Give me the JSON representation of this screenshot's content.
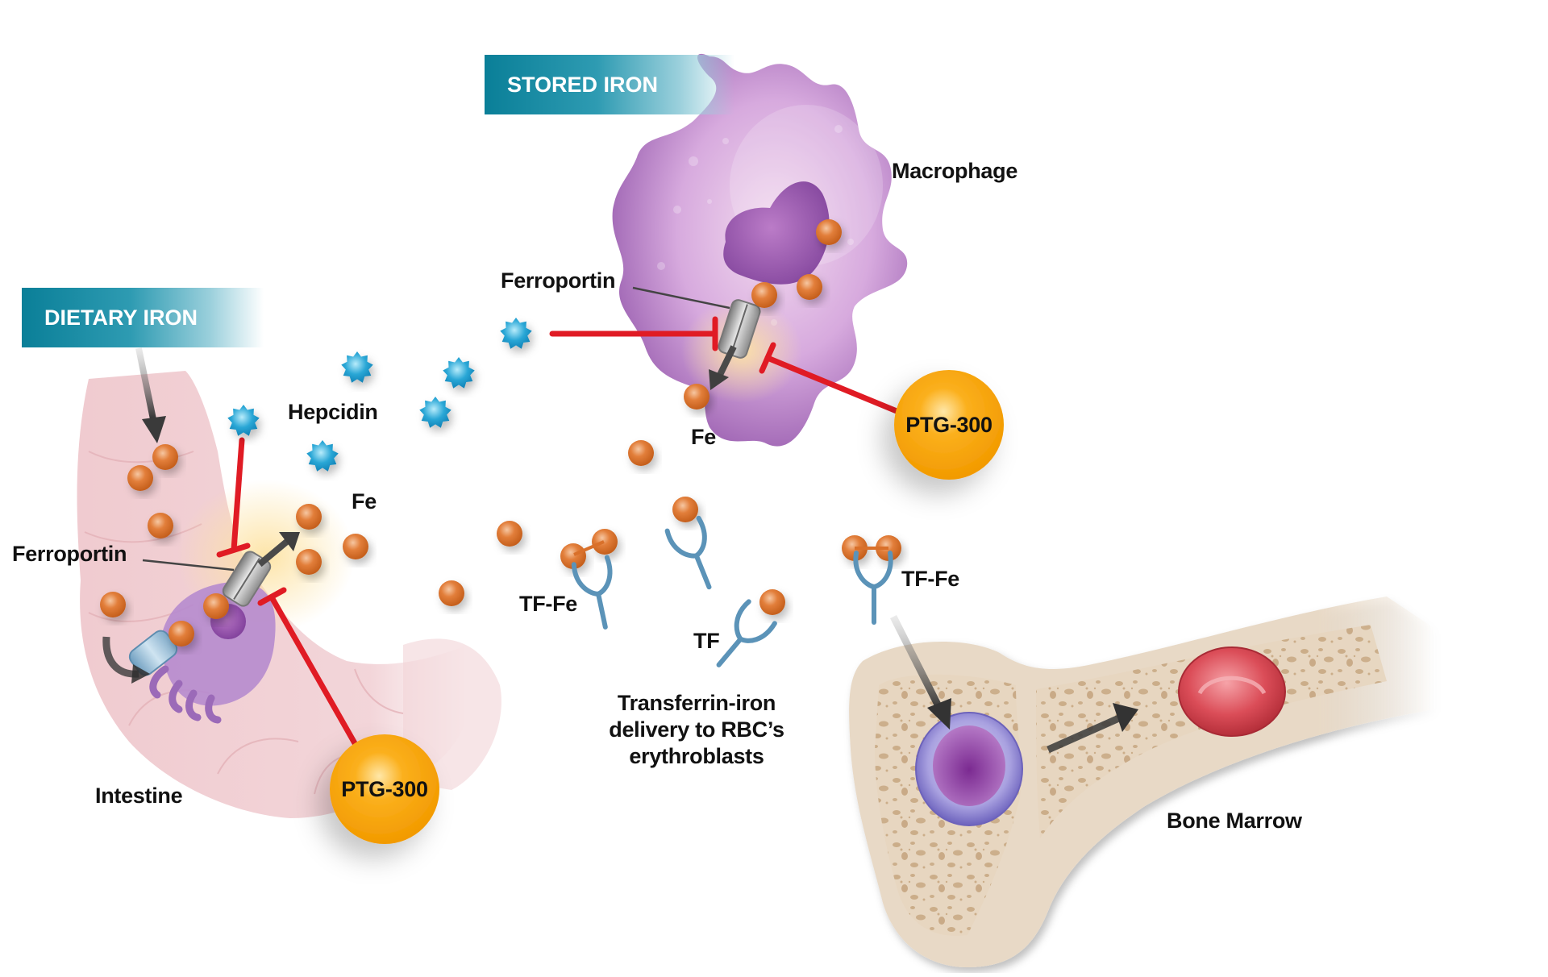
{
  "diagram": {
    "title_implied": "Iron homeostasis and PTG-300 mechanism",
    "banners": {
      "stored_iron": "STORED IRON",
      "dietary_iron": "DIETARY IRON"
    },
    "labels": {
      "macrophage": "Macrophage",
      "ferroportin_macrophage": "Ferroportin",
      "ferroportin_intestine": "Ferroportin",
      "hepcidin": "Hepcidin",
      "fe_macrophage": "Fe",
      "fe_intestine": "Fe",
      "intestine": "Intestine",
      "tf_fe_left": "TF-Fe",
      "tf": "TF",
      "tf_fe_right": "TF-Fe",
      "transferrin_delivery": "Transferrin-iron delivery to RBC’s erythroblasts",
      "transferrin_line1": "Transferrin-iron",
      "transferrin_line2": "delivery to RBC’s",
      "transferrin_line3": "erythroblasts",
      "bone_marrow": "Bone Marrow"
    },
    "drug": {
      "name_right": "PTG-300",
      "name_left": "PTG-300"
    },
    "colors": {
      "banner_teal": "#0a7f98",
      "inhibition_red": "#e01b24",
      "iron_orange": "#d9702a",
      "hepcidin_blue": "#1f9ccc",
      "drug_orange": "#f7a200",
      "transferrin_blue": "#5b93b8",
      "macrophage_purple": "#a06ab8",
      "intestine_pink": "#efc6cc",
      "bone_beige": "#e6d6c1",
      "rbc_red": "#d6444f"
    },
    "nodes": [
      {
        "id": "dietary_iron",
        "type": "source"
      },
      {
        "id": "stored_iron",
        "type": "source"
      },
      {
        "id": "macrophage",
        "type": "cell"
      },
      {
        "id": "intestine",
        "type": "organ"
      },
      {
        "id": "hepcidin",
        "type": "hormone"
      },
      {
        "id": "ferroportin",
        "type": "transporter"
      },
      {
        "id": "PTG-300",
        "type": "drug"
      },
      {
        "id": "TF",
        "type": "protein"
      },
      {
        "id": "TF-Fe",
        "type": "complex"
      },
      {
        "id": "bone_marrow",
        "type": "organ"
      },
      {
        "id": "erythroblast",
        "type": "cell"
      },
      {
        "id": "rbc",
        "type": "cell"
      }
    ],
    "edges": [
      {
        "from": "dietary_iron",
        "to": "intestine",
        "kind": "arrow"
      },
      {
        "from": "hepcidin",
        "to": "ferroportin (intestine)",
        "kind": "inhibit"
      },
      {
        "from": "hepcidin",
        "to": "ferroportin (macrophage)",
        "kind": "inhibit"
      },
      {
        "from": "PTG-300",
        "to": "ferroportin (intestine)",
        "kind": "inhibit"
      },
      {
        "from": "PTG-300",
        "to": "ferroportin (macrophage)",
        "kind": "inhibit"
      },
      {
        "from": "ferroportin (intestine)",
        "to": "Fe",
        "kind": "arrow"
      },
      {
        "from": "ferroportin (macrophage)",
        "to": "Fe",
        "kind": "arrow"
      },
      {
        "from": "TF-Fe",
        "to": "erythroblast",
        "kind": "arrow"
      },
      {
        "from": "erythroblast",
        "to": "rbc",
        "kind": "arrow"
      }
    ]
  }
}
